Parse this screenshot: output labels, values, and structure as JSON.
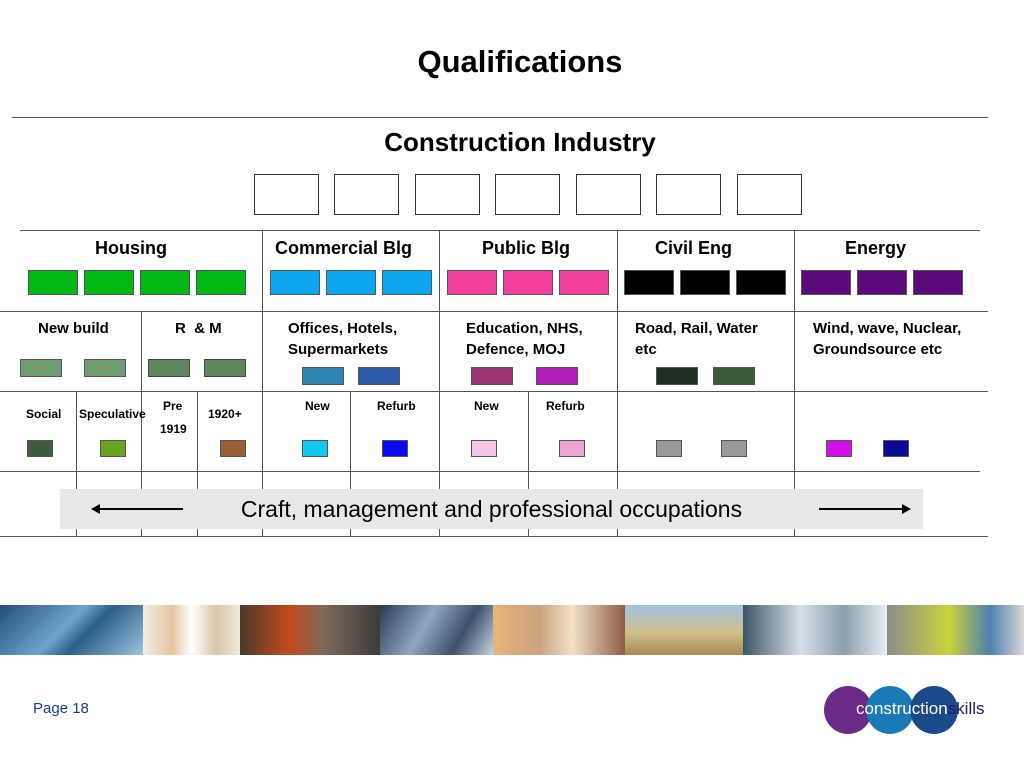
{
  "title": "Qualifications",
  "subtitle": "Construction Industry",
  "sectors": [
    {
      "name": "Housing",
      "color": "#00b814"
    },
    {
      "name": "Commercial Blg",
      "color": "#0ea5f0"
    },
    {
      "name": "Public Blg",
      "color": "#f23f9b"
    },
    {
      "name": "Civil Eng",
      "color": "#000000"
    },
    {
      "name": "Energy",
      "color": "#5a0a7a"
    }
  ],
  "subsectors": {
    "new_build": "New build",
    "r_and_m": "R  & M",
    "commercial": [
      "Offices, Hotels,",
      "Supermarkets"
    ],
    "public": [
      "Education, NHS,",
      "Defence, MOJ"
    ],
    "civil": [
      "Road, Rail, Water",
      "etc"
    ],
    "energy": [
      "Wind, wave, Nuclear,",
      "Groundsource etc"
    ]
  },
  "level3": {
    "social": "Social",
    "speculative": "Speculative",
    "pre": "Pre",
    "pre_year": "1919",
    "post_year": "1920+",
    "commercial_new": "New",
    "commercial_refurb": "Refurb",
    "public_new": "New",
    "public_refurb": "Refurb"
  },
  "banner": "Craft, management and professional occupations",
  "page_label": "Page 18",
  "logo": {
    "part1": "construction",
    "part2": "skills"
  },
  "colors": {
    "housing_l2": "#6e9e6e",
    "commercial_l2": [
      "#2e86b0",
      "#2d5aa8"
    ],
    "public_l2": [
      "#9b3474",
      "#b11eb5"
    ],
    "civil_l2": [
      "#1e2e22",
      "#3b5a3a"
    ],
    "social": "#3c5a3c",
    "speculative": "#66a61e",
    "post1920": "#9a5e33",
    "commercial_new": "#10c9f0",
    "commercial_refurb": "#0a0af0",
    "public_new": "#f5c6e8",
    "public_refurb": "#eea3d8",
    "civil_l3": "#999999",
    "energy_l3": [
      "#d20fe8",
      "#0a0a9a"
    ]
  }
}
